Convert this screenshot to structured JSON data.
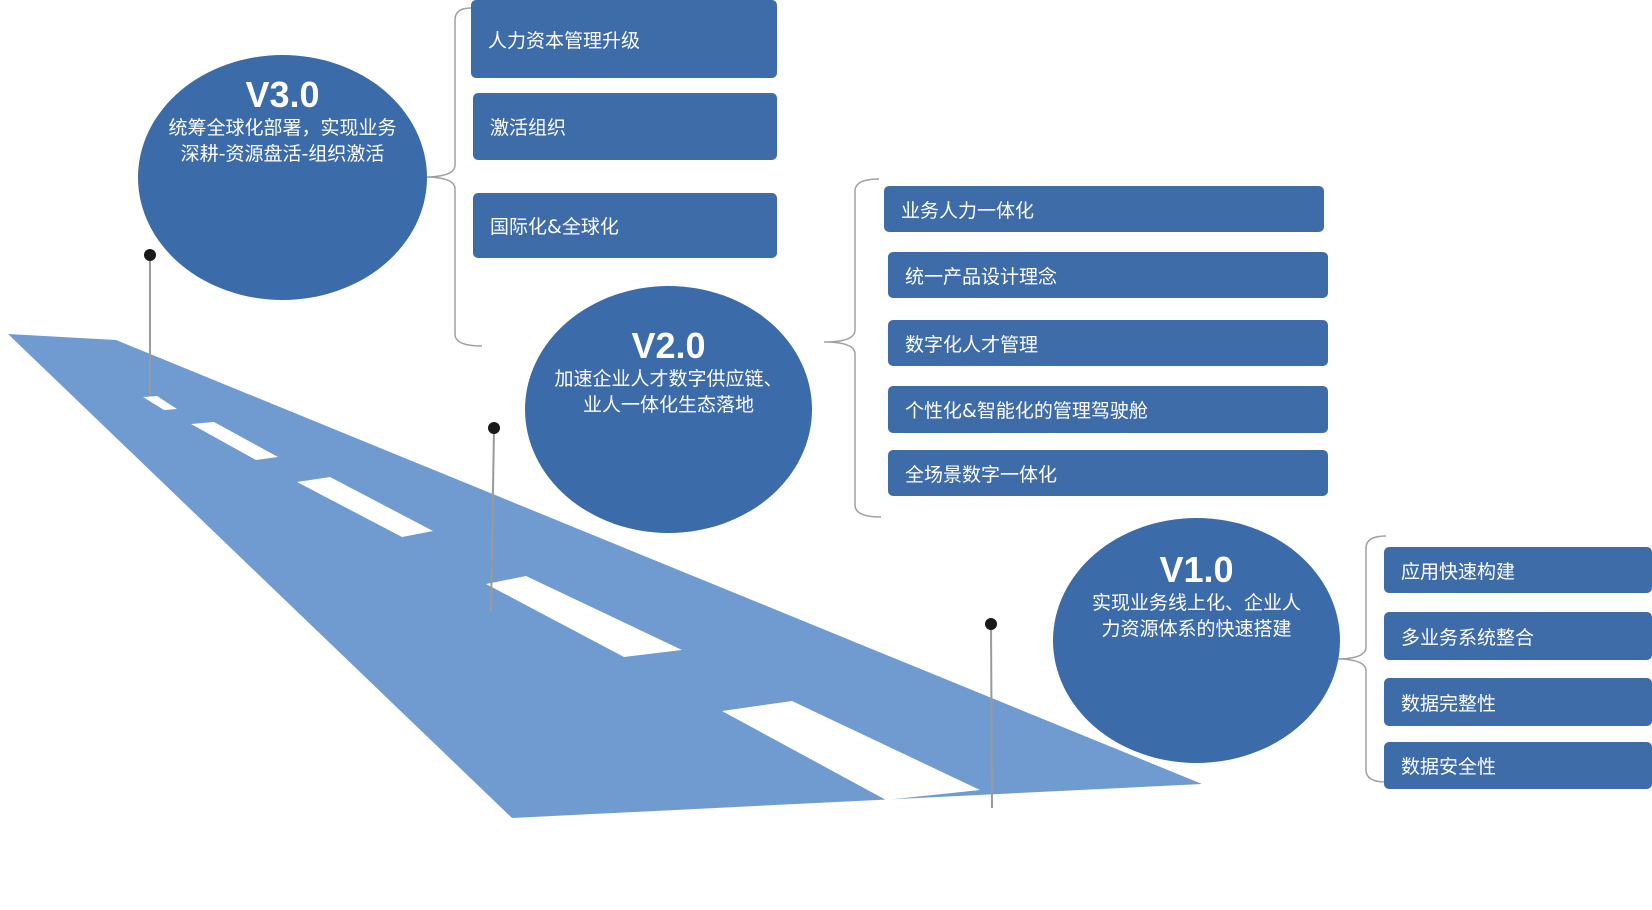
{
  "colors": {
    "road": "#6f9bd0",
    "oval": "#3b6ba8",
    "box": "#3d6ca8",
    "lane_mark": "#ffffff",
    "pole": "#9a9a9a",
    "bracket": "#a0a0a0"
  },
  "stages": [
    {
      "version": "V3.0",
      "desc_lines": [
        "统筹全球化部署，实现业务",
        "深耕-资源盘活-组织激活"
      ],
      "items": [
        "人力资本管理升级",
        "激活组织",
        "国际化&全球化"
      ]
    },
    {
      "version": "V2.0",
      "desc_lines": [
        "加速企业人才数字供应链、",
        "业人一体化生态落地"
      ],
      "items": [
        "业务人力一体化",
        "统一产品设计理念",
        "数字化人才管理",
        "个性化&智能化的管理驾驶舱",
        "全场景数字一体化"
      ]
    },
    {
      "version": "V1.0",
      "desc_lines": [
        "实现业务线上化、企业人",
        "力资源体系的快速搭建"
      ],
      "items": [
        "应用快速构建",
        "多业务系统整合",
        "数据完整性",
        "数据安全性"
      ]
    }
  ]
}
